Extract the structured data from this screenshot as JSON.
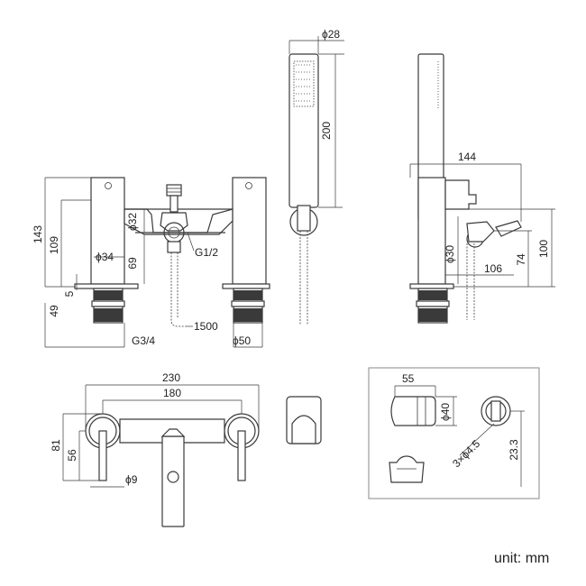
{
  "unit_note": "unit: mm",
  "dimensions": {
    "hand_shower_diameter": "ϕ28",
    "hand_shower_length": "200",
    "body_height": "143",
    "spout_height": "109",
    "spout_ring_gap": "5",
    "spout_diameter": "ϕ32",
    "base_diameter": "ϕ34",
    "connection_height": "69",
    "hose_thread": "G1/2",
    "shank_length": "49",
    "shank_thread": "G3/4",
    "hose_length": "1500",
    "base_flange": "ϕ50",
    "side_depth": "144",
    "holder_diameter": "ϕ30",
    "spout_reach": "106",
    "holder_height": "74",
    "diverter_height": "100",
    "overall_width": "230",
    "centres": "180",
    "top_depth": "81",
    "top_offset": "56",
    "handle_diameter": "ϕ9",
    "bracket_width": "55",
    "bracket_diameter": "ϕ40",
    "screw_holes": "3×ϕ4.5",
    "bracket_height": "23.3"
  }
}
